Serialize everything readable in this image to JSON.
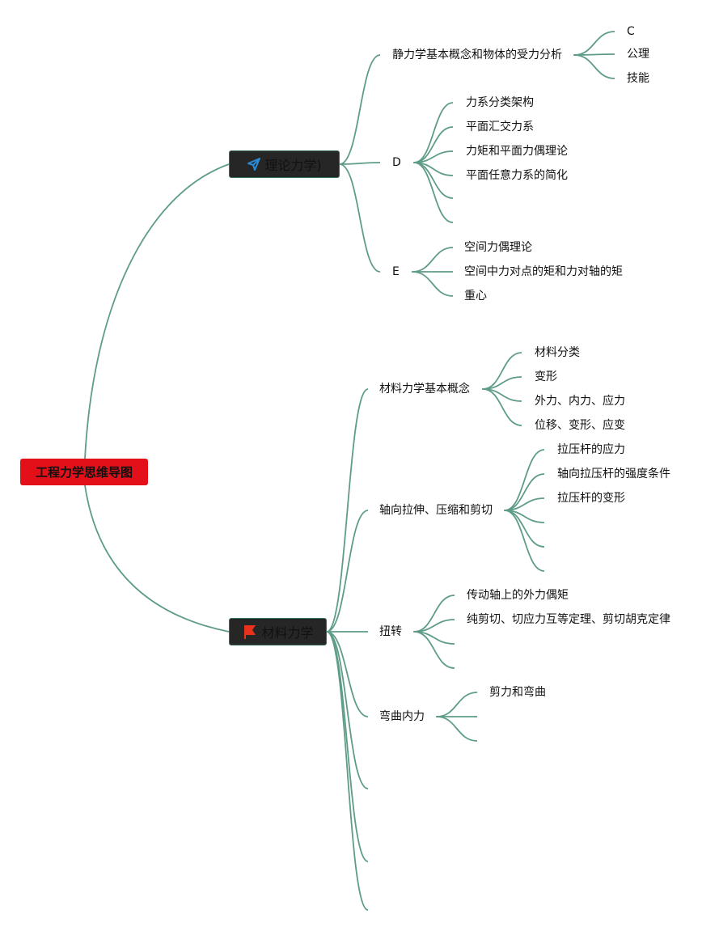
{
  "colors": {
    "line": "#5e9c89",
    "root": "#e3101a",
    "node_bg": "#262626",
    "plane": "#2a8ad4",
    "flag": "#e8321c"
  },
  "root": {
    "label": "工程力学思维导图"
  },
  "branches": [
    {
      "label": "理论力学)",
      "icon": "paper-plane-icon",
      "children": [
        {
          "label": "静力学基本概念和物体的受力分析",
          "children": [
            "C",
            "公理",
            "技能"
          ]
        },
        {
          "label": "D",
          "children": [
            "力系分类架构",
            "平面汇交力系",
            "力矩和平面力偶理论",
            "平面任意力系的简化",
            "",
            ""
          ]
        },
        {
          "label": "E",
          "children": [
            "空间力偶理论",
            "空间中力对点的矩和力对轴的矩",
            "重心"
          ]
        }
      ]
    },
    {
      "label": "材料力学",
      "icon": "flag-icon",
      "children": [
        {
          "label": "材料力学基本概念",
          "children": [
            "材料分类",
            "变形",
            "外力、内力、应力",
            "位移、变形、应变"
          ]
        },
        {
          "label": "轴向拉伸、压缩和剪切",
          "children": [
            "拉压杆的应力",
            "轴向拉压杆的强度条件",
            "拉压杆的变形",
            "",
            "",
            ""
          ]
        },
        {
          "label": "扭转",
          "children": [
            "传动轴上的外力偶矩",
            "纯剪切、切应力互等定理、剪切胡克定律",
            "",
            ""
          ]
        },
        {
          "label": "弯曲内力",
          "children": [
            "剪力和弯曲",
            "",
            ""
          ]
        },
        {
          "label": "",
          "children": []
        },
        {
          "label": "",
          "children": []
        },
        {
          "label": "",
          "children": []
        }
      ]
    }
  ]
}
